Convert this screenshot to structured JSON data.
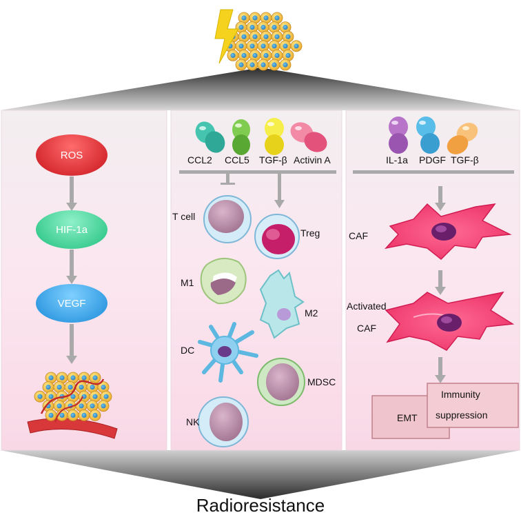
{
  "left_panel": {
    "nodes": [
      "ROS",
      "HIF-1a",
      "VEGF"
    ]
  },
  "middle_panel": {
    "cytokines": [
      "CCL2",
      "CCL5",
      "TGF-β",
      "Activin A"
    ],
    "cells": {
      "t_cell": "T cell",
      "treg": "Treg",
      "m1": "M1",
      "m2": "M2",
      "dc": "DC",
      "mdsc": "MDSC",
      "nk": "NK"
    }
  },
  "right_panel": {
    "cytokines": [
      "IL-1a",
      "PDGF",
      "TGF-β"
    ],
    "caf": "CAF",
    "activated_caf_line1": "Activated",
    "activated_caf_line2": "CAF",
    "emt": "EMT",
    "immunity_line1": "Immunity",
    "immunity_line2": "suppression"
  },
  "footer": "Radioresistance",
  "colors": {
    "ros": "#e0252c",
    "hif": "#3ddba0",
    "vegf": "#33a8ee",
    "panel_bg": "#fbe6ef",
    "caf": "#f03a6e"
  }
}
